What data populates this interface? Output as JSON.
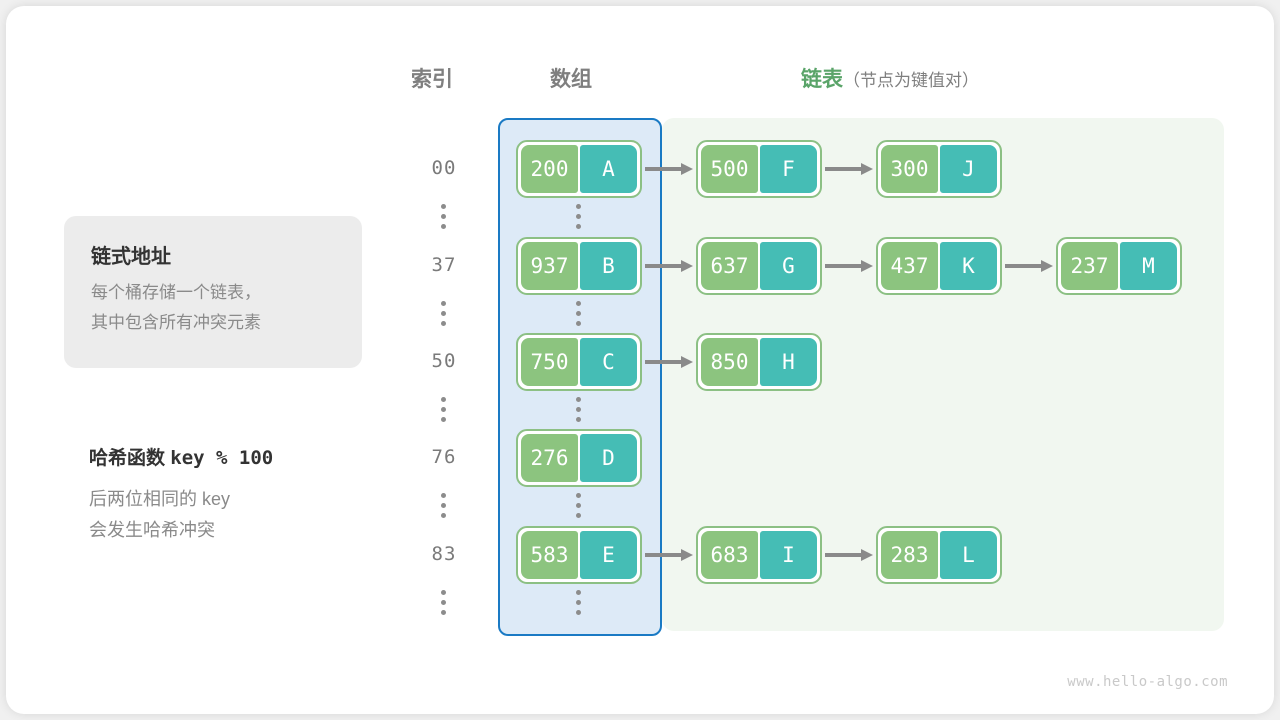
{
  "headers": {
    "index": "索引",
    "array": "数组",
    "list_main": "链表",
    "list_sub": "（节点为键值对）"
  },
  "info_card": {
    "title": "链式地址",
    "line1": "每个桶存储一个链表，",
    "line2": "其中包含所有冲突元素"
  },
  "hash_note": {
    "title_label": "哈希函数",
    "title_fn": "key % 100",
    "line1": "后两位相同的 key",
    "line2": "会发生哈希冲突"
  },
  "colors": {
    "array_region_fill": "#ddeaf7",
    "array_region_border": "#1a7ac4",
    "list_region_fill": "#f1f7f0",
    "node_border": "#8cc084",
    "key_fill": "#8cc47f",
    "value_fill": "#45bdb5",
    "arrow": "#8a8a8a",
    "list_header": "#5aa469",
    "header_gray": "#7f7f7f"
  },
  "buckets": [
    {
      "index": "00",
      "nodes": [
        {
          "key": "200",
          "value": "A"
        },
        {
          "key": "500",
          "value": "F"
        },
        {
          "key": "300",
          "value": "J"
        }
      ]
    },
    {
      "index": "37",
      "nodes": [
        {
          "key": "937",
          "value": "B"
        },
        {
          "key": "637",
          "value": "G"
        },
        {
          "key": "437",
          "value": "K"
        },
        {
          "key": "237",
          "value": "M"
        }
      ]
    },
    {
      "index": "50",
      "nodes": [
        {
          "key": "750",
          "value": "C"
        },
        {
          "key": "850",
          "value": "H"
        }
      ]
    },
    {
      "index": "76",
      "nodes": [
        {
          "key": "276",
          "value": "D"
        }
      ]
    },
    {
      "index": "83",
      "nodes": [
        {
          "key": "583",
          "value": "E"
        },
        {
          "key": "683",
          "value": "I"
        },
        {
          "key": "283",
          "value": "L"
        }
      ]
    }
  ],
  "ellipsis_symbol": "⋮",
  "watermark": "www.hello-algo.com"
}
